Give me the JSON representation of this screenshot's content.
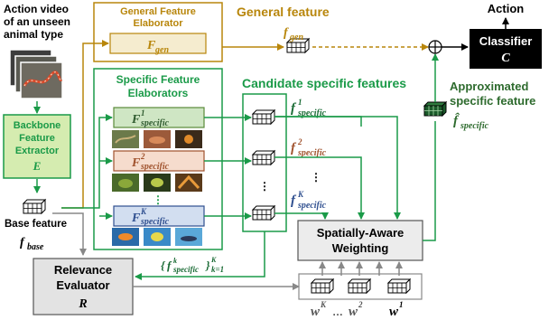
{
  "input": {
    "caption_line1": "Action video",
    "caption_line2": "of an unseen",
    "caption_line3": "animal type"
  },
  "backbone": {
    "line1": "Backbone",
    "line2": "Feature",
    "line3": "Extractor",
    "symbol": "E"
  },
  "base": {
    "label": "Base feature",
    "symbol_main": "f",
    "symbol_sub": "base"
  },
  "general": {
    "box_line1": "General Feature",
    "box_line2": "Elaborator",
    "func_main": "F",
    "func_sub": "gen",
    "feature_title": "General feature",
    "feature_main": "f",
    "feature_sub": "gen"
  },
  "specific": {
    "box_line1": "Specific Feature",
    "box_line2": "Elaborators",
    "elaborators": [
      {
        "main": "F",
        "sup": "1",
        "sub": "specific",
        "color": "#5a8a3a",
        "fill": "#cfe6c4"
      },
      {
        "main": "F",
        "sup": "2",
        "sub": "specific",
        "color": "#a0522d",
        "fill": "#f6dccd"
      },
      {
        "main": "F",
        "sup": "K",
        "sub": "specific",
        "color": "#2f4f8f",
        "fill": "#d2def0"
      }
    ],
    "ellipsis": "⋮"
  },
  "candidates": {
    "title": "Candidate specific features",
    "items": [
      {
        "main": "f",
        "sup": "1",
        "sub": "specific",
        "color": "#1a6b35"
      },
      {
        "main": "f",
        "sup": "2",
        "sub": "specific",
        "color": "#a0522d"
      },
      {
        "main": "f",
        "sup": "K",
        "sub": "specific",
        "color": "#2f4f8f"
      }
    ],
    "ellipsis": "⋮",
    "set_label_open": "{",
    "set_label_main": "f",
    "set_label_sup": "k",
    "set_label_sub": "specific",
    "set_label_close": "}",
    "set_label_range_sub": "k=1",
    "set_label_range_sup": "K"
  },
  "approx": {
    "line1": "Approximated",
    "line2": "specific feature",
    "symbol_main": "f̂",
    "symbol_sub": "specific"
  },
  "classifier": {
    "output_label": "Action",
    "line1": "Classifier",
    "symbol": "C"
  },
  "weighting": {
    "line1": "Spatially-Aware",
    "line2": "Weighting"
  },
  "relevance": {
    "line1": "Relevance",
    "line2": "Evaluator",
    "symbol": "R"
  },
  "weights": {
    "labels": [
      {
        "main": "w",
        "sup": "K"
      },
      {
        "main": "…",
        "sup": ""
      },
      {
        "main": "w",
        "sup": "2"
      },
      {
        "main": "w",
        "sup": "1"
      }
    ]
  },
  "colors": {
    "gold": "#b8860b",
    "green": "#1a9a48",
    "dark_green": "#2e6b2e",
    "gray": "#888888",
    "box_fill_green": "#d5ecb0"
  }
}
